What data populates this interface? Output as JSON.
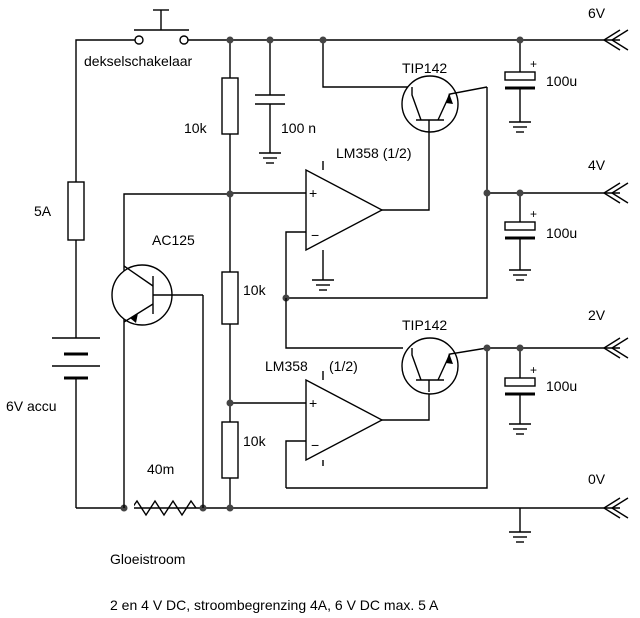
{
  "switch_label": "dekselschakelaar",
  "fuse_label": "5A",
  "battery_label": "6V accu",
  "transistor_ac125": "AC125",
  "resistor_shunt": "40m",
  "resistor_top": "10k",
  "resistor_mid": "10k",
  "resistor_bot": "10k",
  "capacitor_100n": "100 n",
  "opamp_top": "LM358 (1/2)",
  "opamp_bot_a": "LM358",
  "opamp_bot_b": "(1/2)",
  "transistor_top": "TIP142",
  "transistor_bot": "TIP142",
  "output_6v": "6V",
  "output_4v": "4V",
  "output_2v": "2V",
  "output_0v": "0V",
  "cap_6v": "100u",
  "cap_4v": "100u",
  "cap_2v": "100u",
  "plus_sign": "+",
  "minus_sign": "−",
  "title": "Gloeistroom",
  "description": "2 en 4 V DC, stroombegrenzing 4A, 6 V DC max. 5 A"
}
